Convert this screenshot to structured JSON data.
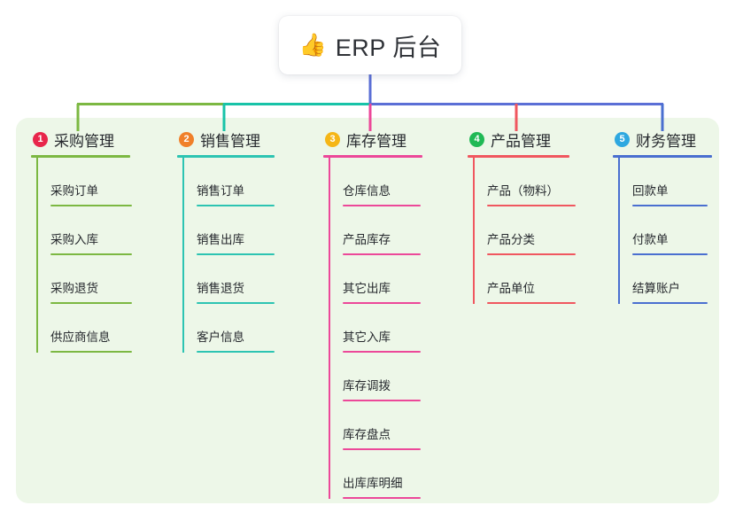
{
  "root": {
    "emoji": "👍",
    "emoji_name": "thumbs-up-icon",
    "title": "ERP 后台"
  },
  "canvas": {
    "background": "#ffffff",
    "panel_background": "#edf7e8"
  },
  "connectors": {
    "left_bus_color": "#7cb842",
    "mid_bus_color": "#18c3a8",
    "right_bus_color": "#5b6fd6",
    "drops": [
      {
        "column": 1,
        "color": "#7cb842"
      },
      {
        "column": 2,
        "color": "#18c3a8"
      },
      {
        "column": 3,
        "color": "#ec4899"
      },
      {
        "column": 4,
        "color": "#f0575f"
      },
      {
        "column": 5,
        "color": "#4a6fd0"
      }
    ]
  },
  "columns": [
    {
      "number": "1",
      "badge_color": "#e8264b",
      "accent": "#7cb842",
      "title": "采购管理",
      "items": [
        {
          "label": "采购订单"
        },
        {
          "label": "采购入库"
        },
        {
          "label": "采购退货"
        },
        {
          "label": "供应商信息"
        }
      ]
    },
    {
      "number": "2",
      "badge_color": "#f0802a",
      "accent": "#2dc4b2",
      "title": "销售管理",
      "items": [
        {
          "label": "销售订单"
        },
        {
          "label": "销售出库"
        },
        {
          "label": "销售退货"
        },
        {
          "label": "客户信息"
        }
      ]
    },
    {
      "number": "3",
      "badge_color": "#f5b617",
      "accent": "#ec4899",
      "title": "库存管理",
      "items": [
        {
          "label": "仓库信息"
        },
        {
          "label": "产品库存"
        },
        {
          "label": "其它出库"
        },
        {
          "label": "其它入库"
        },
        {
          "label": "库存调拨"
        },
        {
          "label": "库存盘点"
        },
        {
          "label": "出库库明细"
        }
      ]
    },
    {
      "number": "4",
      "badge_color": "#20b955",
      "accent": "#f0575f",
      "title": "产品管理",
      "items": [
        {
          "label": "产品（物料）"
        },
        {
          "label": "产品分类"
        },
        {
          "label": "产品单位"
        }
      ]
    },
    {
      "number": "5",
      "badge_color": "#2ea8e0",
      "accent": "#4a6fd0",
      "title": "财务管理",
      "items": [
        {
          "label": "回款单"
        },
        {
          "label": "付款单"
        },
        {
          "label": "结算账户"
        }
      ]
    }
  ]
}
